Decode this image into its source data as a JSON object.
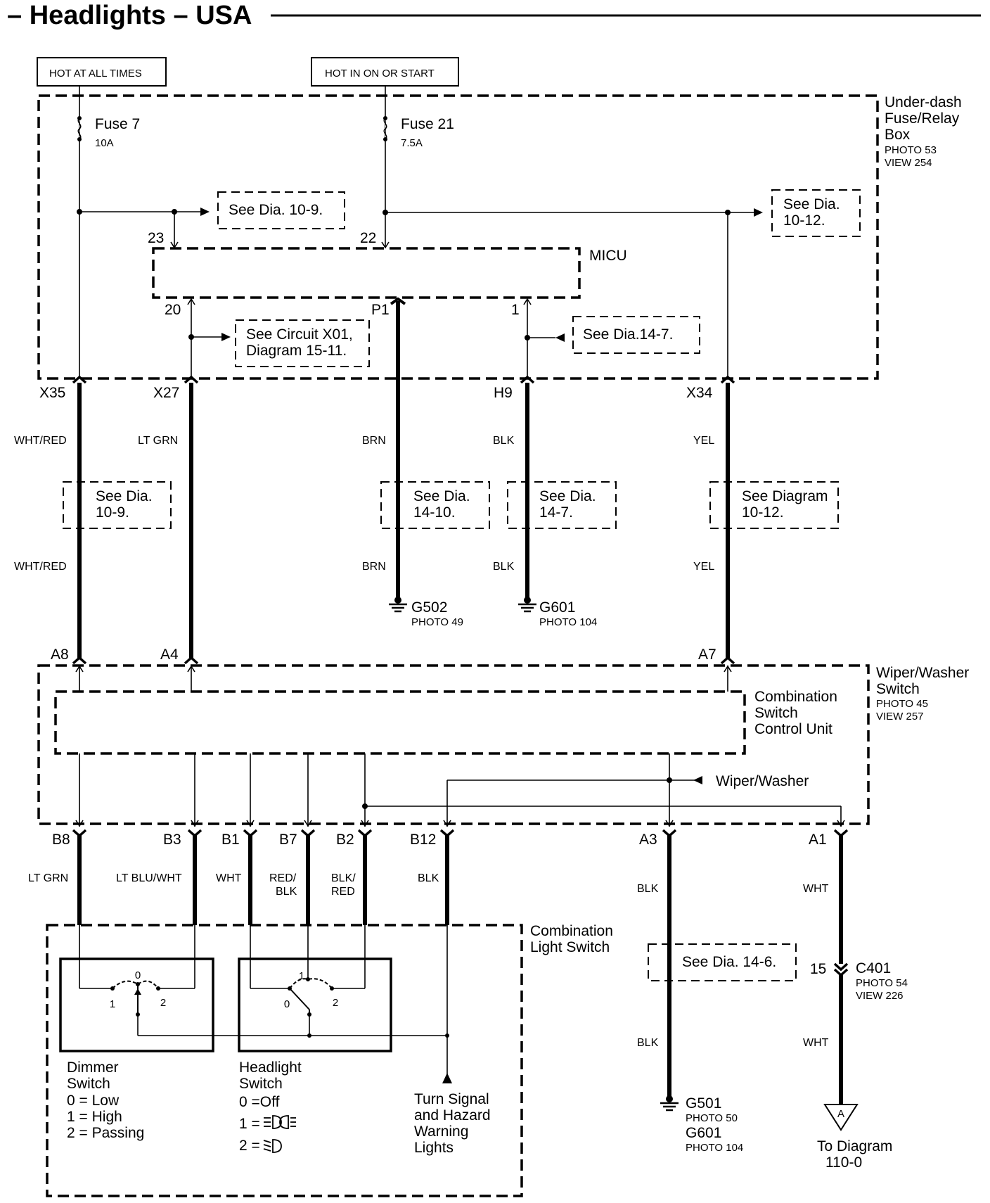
{
  "title": "– Headlights – USA",
  "power": {
    "hot_at_all_times": "HOT AT ALL TIMES",
    "hot_in_on_or_start": "HOT IN ON OR START"
  },
  "underdash": {
    "name": [
      "Under-dash",
      "Fuse/Relay",
      "Box"
    ],
    "photo": "PHOTO 53",
    "view": "VIEW 254",
    "fuse7": {
      "name": "Fuse 7",
      "rating": "10A"
    },
    "fuse21": {
      "name": "Fuse 21",
      "rating": "7.5A"
    },
    "micu": "MICU",
    "pins": {
      "p23": "23",
      "p22": "22",
      "p20": "20",
      "pP1": "P1",
      "p1": "1"
    },
    "ref_109": "See Dia. 10-9.",
    "ref_1012": [
      "See Dia.",
      "10-12."
    ],
    "ref_x01": [
      "See Circuit X01,",
      "Diagram  15-11."
    ],
    "ref_147": "See Dia.14-7."
  },
  "connectors": {
    "x35": "X35",
    "x27": "X27",
    "h9": "H9",
    "x34": "X34",
    "a8": "A8",
    "a4": "A4",
    "a7": "A7",
    "b8": "B8",
    "b3": "B3",
    "b1": "B1",
    "b7": "B7",
    "b2": "B2",
    "b12": "B12",
    "a3": "A3",
    "a1": "A1"
  },
  "wires": {
    "whtred": "WHT/RED",
    "ltgrn": "LT GRN",
    "brn": "BRN",
    "blk": "BLK",
    "yel": "YEL",
    "ltgrn2": "LT GRN",
    "ltbluwht": "LT BLU/WHT",
    "wht": "WHT",
    "redblk": [
      "RED/",
      "BLK"
    ],
    "blkred": [
      "BLK/",
      "RED"
    ],
    "blk2": "BLK",
    "blk3": "BLK",
    "wht2": "WHT"
  },
  "mid_refs": {
    "r109": [
      "See Dia.",
      "10-9."
    ],
    "r1410": [
      "See Dia.",
      "14-10."
    ],
    "r147": [
      "See Dia.",
      "14-7."
    ],
    "r1012": [
      "See Diagram",
      "10-12."
    ]
  },
  "grounds": {
    "g502": {
      "name": "G502",
      "photo": "PHOTO 49"
    },
    "g601": {
      "name": "G601",
      "photo": "PHOTO 104"
    },
    "g501": {
      "name": "G501",
      "photo": "PHOTO 50",
      "name2": "G601",
      "photo2": "PHOTO 104"
    }
  },
  "wiper_switch": {
    "name": [
      "Wiper/Washer",
      "Switch"
    ],
    "photo": "PHOTO 45",
    "view": "VIEW 257",
    "unit": [
      "Combination",
      "Switch",
      "Control Unit"
    ],
    "wiper_washer": "Wiper/Washer"
  },
  "light_switch": {
    "name": [
      "Combination",
      "Light Switch"
    ],
    "dimmer": [
      "Dimmer",
      "Switch",
      "0 = Low",
      "1 = High",
      "2 = Passing"
    ],
    "headlight": [
      "Headlight",
      "Switch",
      "0 =Off",
      "1 =",
      "2 ="
    ],
    "turn": [
      "Turn Signal",
      "and Hazard",
      "Warning",
      "Lights"
    ],
    "pos0": "0",
    "pos1": "1",
    "pos2": "2"
  },
  "right_side": {
    "ref_146": "See Dia. 14-6.",
    "c401": {
      "pin": "15",
      "name": "C401",
      "photo": "PHOTO 54",
      "view": "VIEW 226"
    },
    "to_diagram": [
      "To Diagram",
      "110-0"
    ],
    "arrow_letter": "A"
  }
}
